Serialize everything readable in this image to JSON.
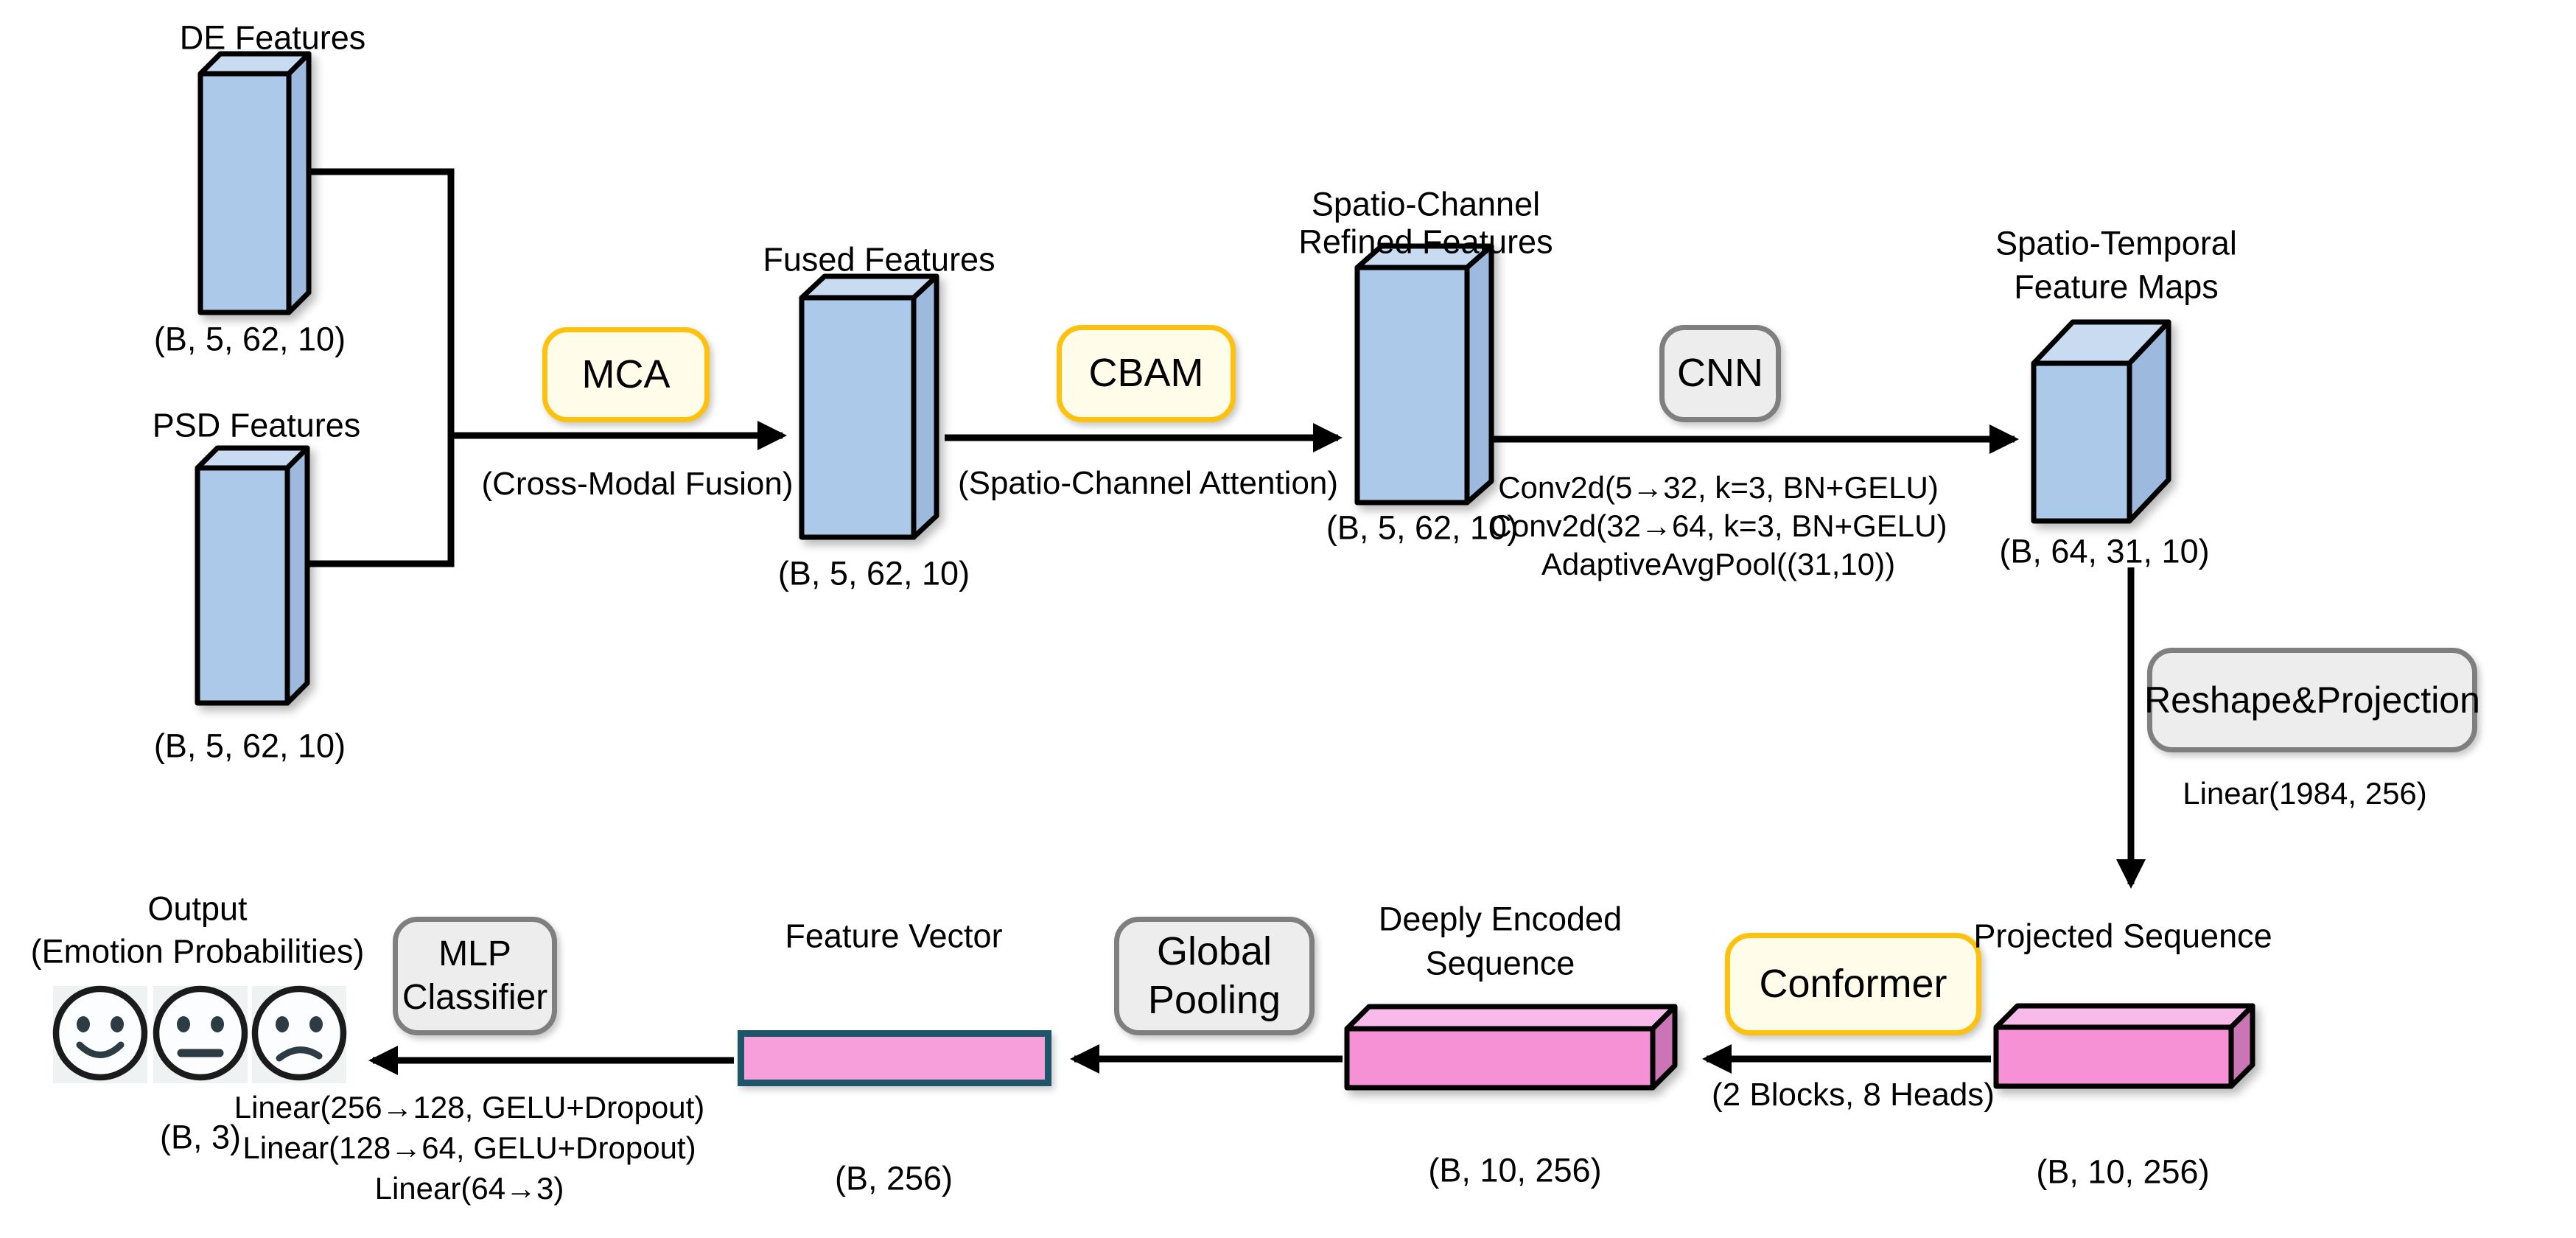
{
  "colors": {
    "background": "#ffffff",
    "tensor_blue_front": "#adc9e9",
    "tensor_blue_top": "#c9dbf1",
    "tensor_blue_side": "#9dbade",
    "tensor_pink_front": "#f591d4",
    "tensor_pink_top": "#f8bae8",
    "tensor_pink_side": "#cc74b6",
    "vector_fill": "#f79fdb",
    "vector_border": "#1d5669",
    "module_yellow_fill": "#fffce9",
    "module_yellow_border": "#fec10d",
    "module_gray_fill": "#ededed",
    "module_gray_border": "#7f7f7f",
    "arrow": "#000000"
  },
  "nodes": {
    "de": {
      "title": "DE Features",
      "shape": "(B, 5, 62, 10)"
    },
    "psd": {
      "title": "PSD Features",
      "shape": "(B, 5, 62, 10)"
    },
    "mca": {
      "label": "MCA",
      "caption": "(Cross-Modal Fusion)"
    },
    "fused": {
      "title": "Fused Features",
      "shape": "(B, 5, 62, 10)"
    },
    "cbam": {
      "label": "CBAM",
      "caption": "(Spatio-Channel Attention)"
    },
    "refined": {
      "title_line1": "Spatio-Channel",
      "title_line2": "Refined Features",
      "shape": "(B, 5, 62, 10)"
    },
    "cnn": {
      "label": "CNN",
      "details": [
        "Conv2d(5→32, k=3, BN+GELU)",
        "Conv2d(32→64, k=3, BN+GELU)",
        "AdaptiveAvgPool((31,10))"
      ]
    },
    "st_maps": {
      "title_line1": "Spatio-Temporal",
      "title_line2": "Feature Maps",
      "shape": "(B, 64, 31, 10)"
    },
    "reshape": {
      "label": "Reshape&Projection",
      "detail": "Linear(1984, 256)"
    },
    "projected": {
      "title": "Projected Sequence",
      "shape": "(B, 10, 256)"
    },
    "conformer": {
      "label": "Conformer",
      "caption": "(2 Blocks, 8 Heads)"
    },
    "deeply": {
      "title_line1": "Deeply Encoded",
      "title_line2": "Sequence",
      "shape": "(B, 10, 256)"
    },
    "pooling": {
      "label_line1": "Global",
      "label_line2": "Pooling"
    },
    "feature_vector": {
      "title": "Feature Vector",
      "shape": "(B, 256)"
    },
    "mlp": {
      "label_line1": "MLP",
      "label_line2": "Classifier",
      "details": [
        "Linear(256→128, GELU+Dropout)",
        "Linear(128→64, GELU+Dropout)",
        "Linear(64→3)"
      ]
    },
    "output": {
      "title_line1": "Output",
      "title_line2": "(Emotion Probabilities)",
      "shape": "(B, 3)",
      "emoji_icons": [
        "happy-face",
        "neutral-face",
        "sad-face"
      ]
    }
  }
}
